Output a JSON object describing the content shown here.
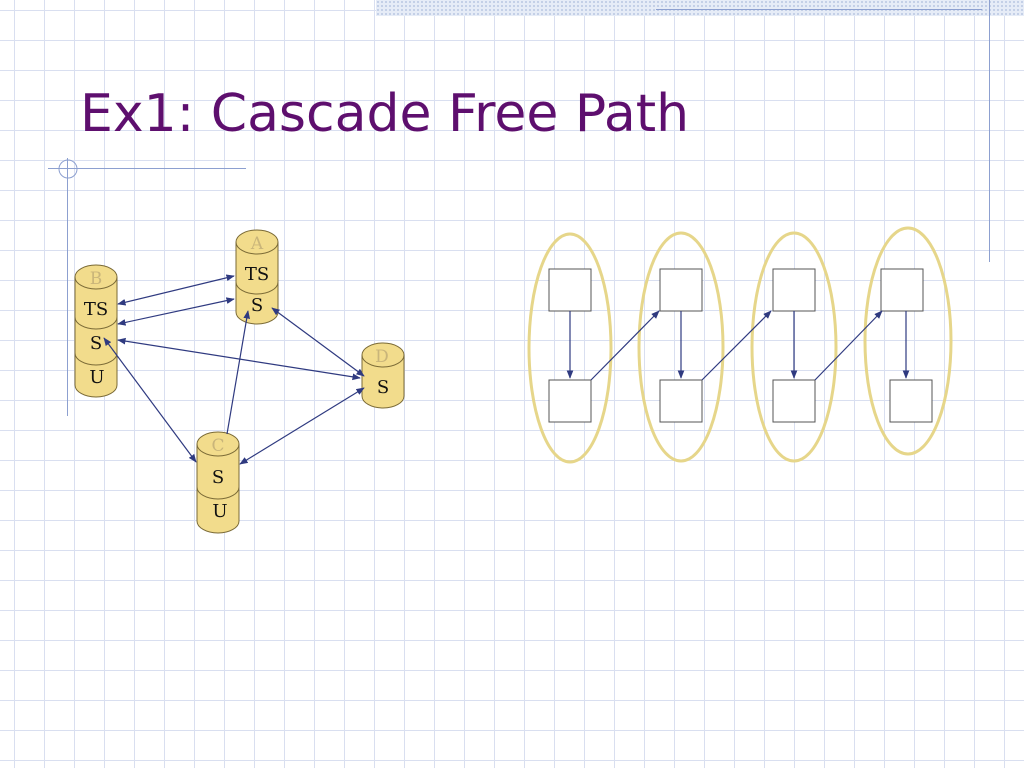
{
  "title": "Ex1: Cascade Free Path",
  "colors": {
    "title": "#5e0f6e",
    "disk_fill": "#f2dc8c",
    "disk_stroke": "#7a6a36",
    "arrow": "#2f3a80",
    "ellipse": "#e6d68a",
    "grid": "#d9dff0"
  },
  "disks": [
    {
      "id": "A",
      "name": "A",
      "layers": [
        "TS",
        "S"
      ]
    },
    {
      "id": "B",
      "name": "B",
      "layers": [
        "TS",
        "S",
        "U"
      ]
    },
    {
      "id": "C",
      "name": "C",
      "layers": [
        "S",
        "U"
      ]
    },
    {
      "id": "D",
      "name": "D",
      "layers": [
        "S"
      ]
    }
  ]
}
